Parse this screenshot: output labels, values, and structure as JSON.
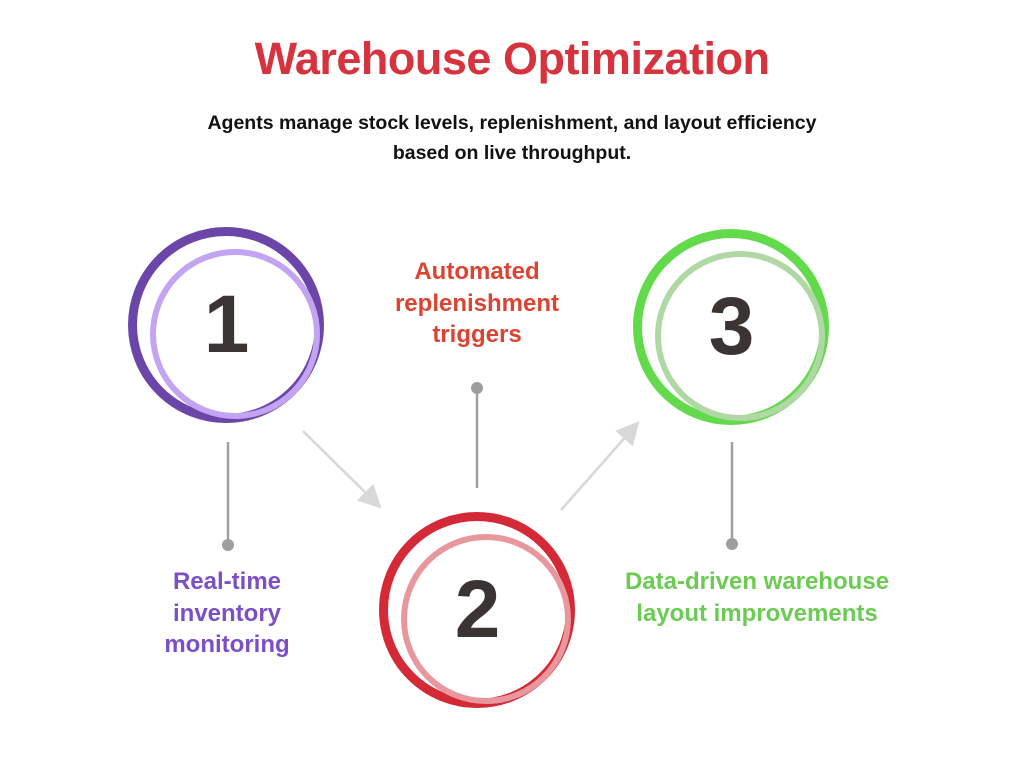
{
  "header": {
    "title": "Warehouse Optimization",
    "subtitle": "Agents manage stock levels, replenishment, and layout efficiency based on live throughput.",
    "title_color": "#d6333f",
    "subtitle_color": "#111111"
  },
  "nodes": [
    {
      "number": "1",
      "caption": "Real-time inventory monitoring",
      "outer_color": "#6b46a8",
      "inner_color": "#c3a4f2",
      "caption_color": "#7c4fc9"
    },
    {
      "number": "2",
      "caption": "Automated replenishment triggers",
      "outer_color": "#d42a37",
      "inner_color": "#e8979d",
      "caption_color": "#dc4332"
    },
    {
      "number": "3",
      "caption": "Data-driven warehouse layout improvements",
      "outer_color": "#63da4c",
      "inner_color": "#b0d8a5",
      "caption_color": "#6bcb52"
    }
  ],
  "connectors": {
    "line_color": "#9e9e9e",
    "arrow_color": "#d8d8d8",
    "dot_color": "#9e9e9e"
  },
  "background_color": "#ffffff"
}
